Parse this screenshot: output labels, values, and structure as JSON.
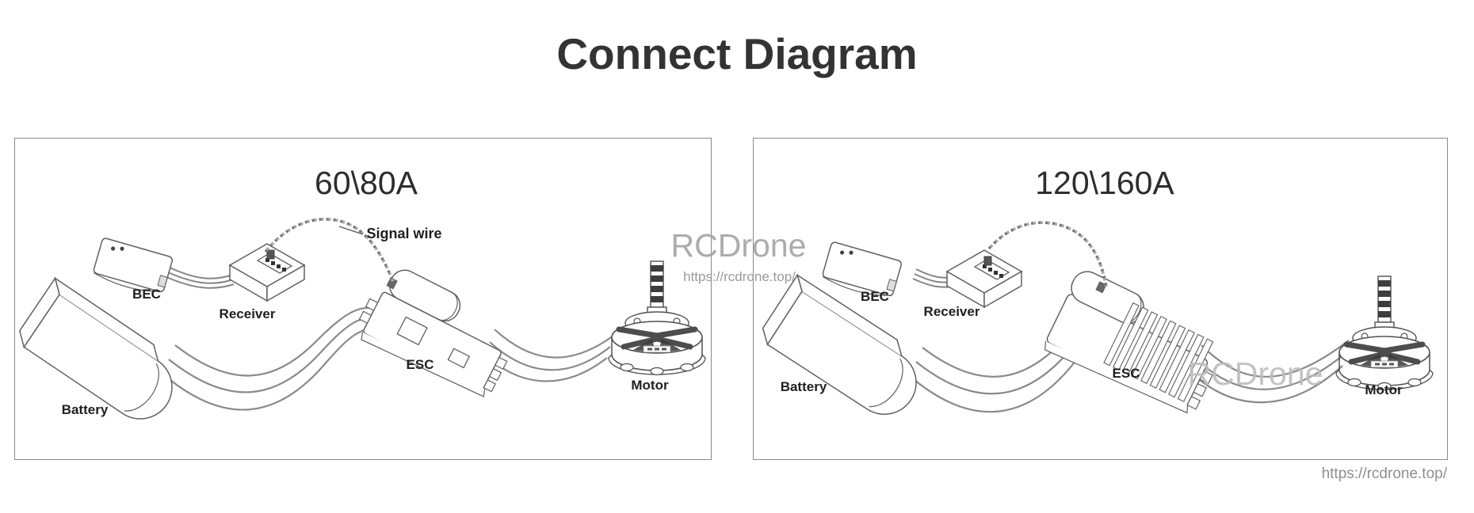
{
  "header": {
    "title": "Connect Diagram"
  },
  "panel_left": {
    "title": "60\\80A",
    "labels": {
      "bec": "BEC",
      "receiver": "Receiver",
      "signal_wire": "Signal wire",
      "esc": "ESC",
      "battery": "Battery",
      "motor": "Motor"
    }
  },
  "panel_right": {
    "title": "120\\160A",
    "labels": {
      "bec": "BEC",
      "receiver": "Receiver",
      "esc": "ESC",
      "battery": "Battery",
      "motor": "Motor"
    }
  },
  "watermarks": {
    "brand": "RCDrone",
    "url": "https://rcdrone.top/"
  },
  "footer": {
    "url": "https://rcdrone.top/"
  },
  "colors": {
    "line_art": "#606060",
    "label_text": "#1f1f1f",
    "watermark": "#a4a4a4",
    "panel_border": "#8a8a8a"
  }
}
